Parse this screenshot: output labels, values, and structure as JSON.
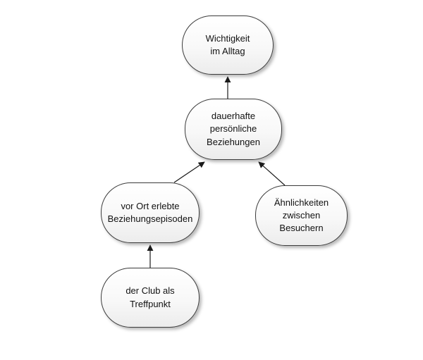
{
  "diagram": {
    "type": "concept-map",
    "background_color": "#ffffff",
    "node_border_color": "#3c3c3c",
    "node_fill_color": "#f5f5f5",
    "edge_color": "#1a1a1a",
    "nodes": [
      {
        "id": "wichtigkeit-im-alltag",
        "label": "Wichtigkeit\nim Alltag"
      },
      {
        "id": "dauerhafte-persoenliche-beziehungen",
        "label": "dauerhafte\npersönliche\nBeziehungen"
      },
      {
        "id": "vor-ort-erlebte-beziehungsepisoden",
        "label": "vor Ort erlebte\nBeziehungsepisoden"
      },
      {
        "id": "aehnlichkeiten-zwischen-besuchern",
        "label": "Ähnlichkeiten\nzwischen Besuchern"
      },
      {
        "id": "der-club-als-treffpunkt",
        "label": "der Club als\nTreffpunkt"
      }
    ],
    "edges": [
      {
        "from": "dauerhafte-persoenliche-beziehungen",
        "to": "wichtigkeit-im-alltag"
      },
      {
        "from": "vor-ort-erlebte-beziehungsepisoden",
        "to": "dauerhafte-persoenliche-beziehungen"
      },
      {
        "from": "aehnlichkeiten-zwischen-besuchern",
        "to": "dauerhafte-persoenliche-beziehungen"
      },
      {
        "from": "der-club-als-treffpunkt",
        "to": "vor-ort-erlebte-beziehungsepisoden"
      }
    ]
  }
}
